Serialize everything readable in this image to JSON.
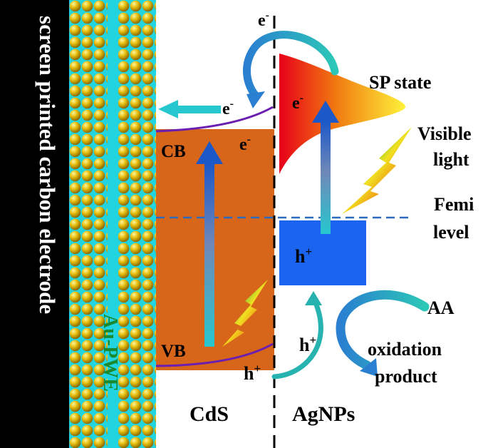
{
  "labels": {
    "electrode": "screen printed carbon electrode",
    "wire_electrode": "Au-PWE",
    "cb": "CB",
    "vb": "VB",
    "cds": "CdS",
    "agnps": "AgNPs",
    "sp_state": "SP state",
    "visible": "Visible",
    "light": "light",
    "femi": "Femi",
    "level": "level",
    "aa": "AA",
    "oxidation": "oxidation",
    "product": "product",
    "electron_top": "e",
    "electron_transfer": "e",
    "electron_cb": "e",
    "electron_sp": "e",
    "hole_ag": "h",
    "hole_transfer": "h",
    "hole_vb": "h",
    "minus": "-",
    "plus": "+"
  },
  "colors": {
    "background": "#ffffff",
    "electrode_band": "#000000",
    "gold_sphere": "#e0b700",
    "cyan_core": "#22d4e0",
    "cds_box": "#d8661a",
    "agnp_box": "#1a64f0",
    "band_edge": "#6a1fb0",
    "fermi_line": "#2a6bc0",
    "arrow_teal": "#1ea6a8"
  }
}
